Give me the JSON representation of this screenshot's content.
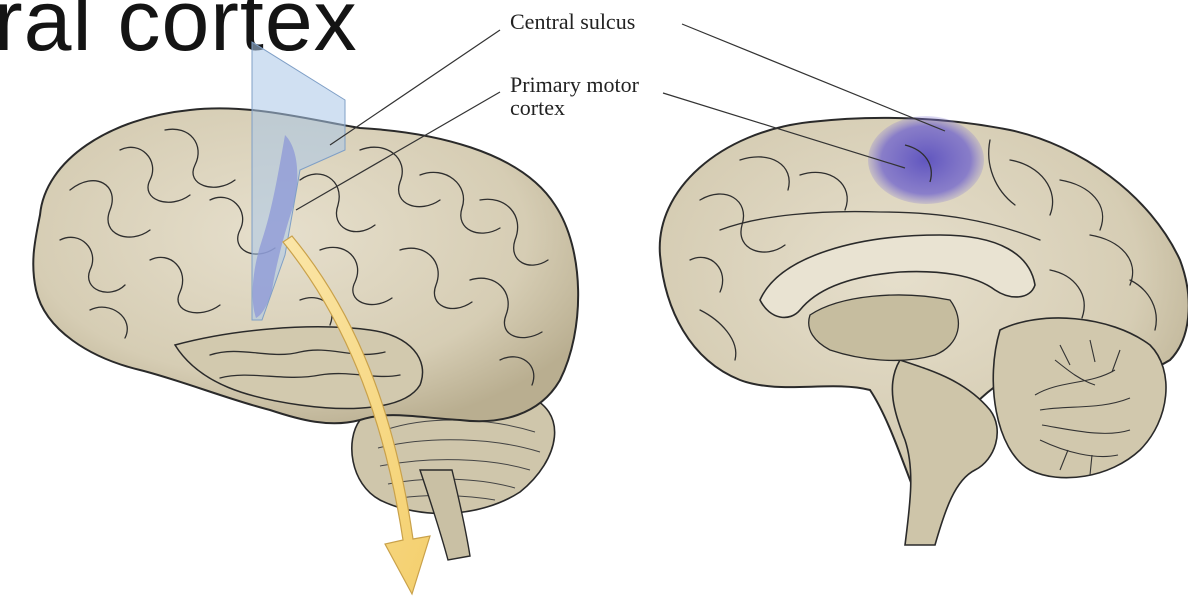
{
  "title": "ral cortex",
  "labels": {
    "central_sulcus": "Central sulcus",
    "primary_motor_cortex": "Primary motor cortex"
  },
  "colors": {
    "brain_fill": "#d9d2bd",
    "brain_shadow": "#b7ae93",
    "motor_cortex": "#6a5fc4",
    "plane": "#a9c6e8",
    "arrow": "#f7d98a",
    "outline": "#2a2a2a"
  }
}
